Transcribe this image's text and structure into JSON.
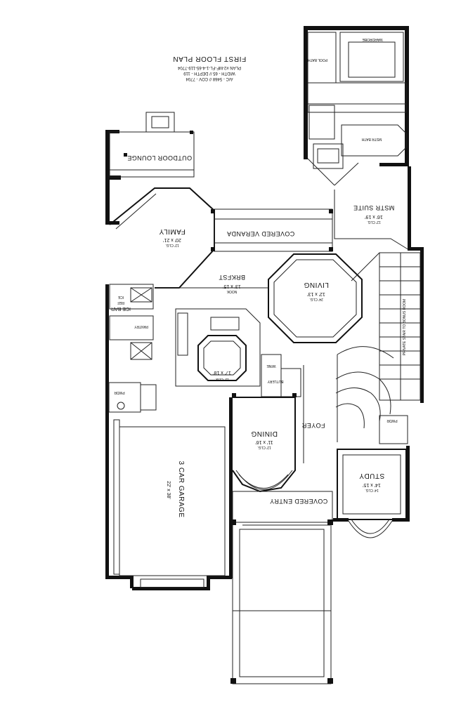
{
  "header": {
    "title": "FIRST FLOOR PLAN",
    "lines": [
      "PLAN #2-MF-FL-1-4-65-119-7704",
      "WIDTH - 65 // DEPTH - 119",
      "A/C - 5468 // COV - 7704"
    ]
  },
  "rooms": {
    "wardrobe": "WARDROBE",
    "pool_bath": "POOL BATH",
    "mstr_bath": "MSTR BATH",
    "mstr_suite": {
      "name": "MSTR SUITE",
      "dims": "16' x 19'",
      "clg": "12' CLG."
    },
    "outdoor_lounge": "OUTDOOR LOUNGE",
    "family": {
      "name": "FAMILY",
      "dims": "20' x 21'",
      "clg": "12' CLG."
    },
    "covered_veranda": "COVERED VERANDA",
    "living": {
      "name": "LIVING",
      "dims": "12' x 13'",
      "clg": "24' CLG."
    },
    "brkfst": {
      "name": "BRKFST",
      "dims": "13' x 15'",
      "clg": "NOOK"
    },
    "ice_bar": "ICE BAR",
    "ice": "ICE",
    "ref": "REF",
    "pantry": "PANTRY",
    "kitchen": {
      "dims": "17' x 18'",
      "clg": "12' CLG."
    },
    "wine": "WINE",
    "butlery": "BUTLERY",
    "pwdr_left": "PWDR",
    "pwdr_right": "PWDR",
    "private_stair": "PRIVATE STAIR TO BONUS ROOM",
    "foyer": "FOYER",
    "dining": {
      "name": "DINING",
      "dims": "11' x 16'",
      "clg": "12' CLG."
    },
    "study": {
      "name": "STUDY",
      "dims": "14' x 15'",
      "clg": "14' CLG."
    },
    "covered_entry": "COVERED ENTRY",
    "garage": {
      "name": "3 CAR GARAGE",
      "dims": "22' x 38'"
    }
  }
}
